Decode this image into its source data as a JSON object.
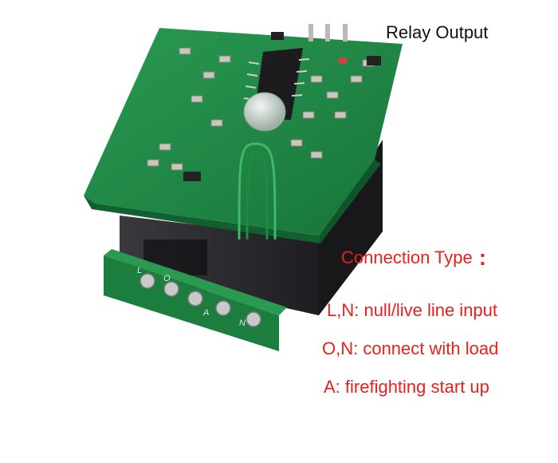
{
  "image": {
    "subject": "microwave-radar-sensor-module-pcb",
    "colors": {
      "background": "#ffffff",
      "pcb": "#1f8a44",
      "relay": "#2b2b2e",
      "text_red": "#e8211e",
      "text_black": "#111111"
    }
  },
  "labels": {
    "relay_output": "Relay Output",
    "connection_type": "Connection Type",
    "connection_colon": ":",
    "lines": [
      "L,N: null/live line input",
      "O,N: connect with load",
      "A: firefighting start up"
    ]
  },
  "pins": [
    "L",
    "O",
    "A",
    "N"
  ]
}
